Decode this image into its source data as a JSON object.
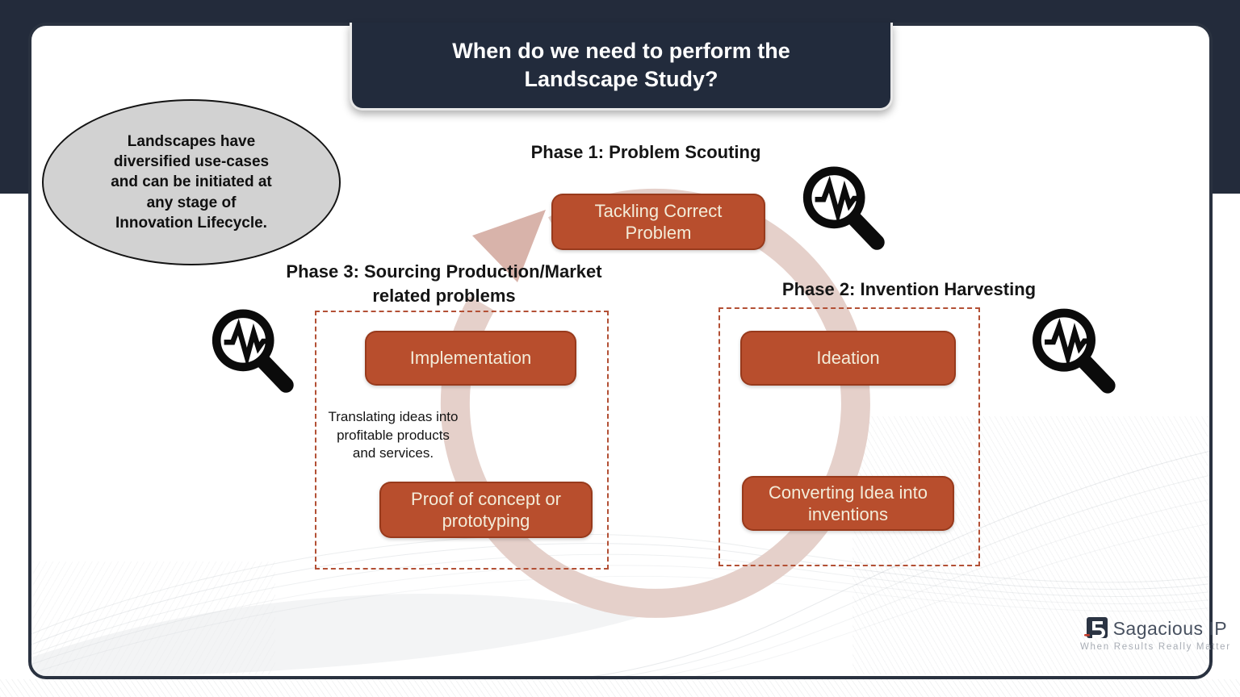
{
  "slide": {
    "title_lines": [
      "When do we need to perform the",
      "Landscape Study?"
    ],
    "callout_lines": [
      "Landscapes have",
      "diversified use-cases",
      "and can be initiated at",
      "any stage of",
      "Innovation Lifecycle."
    ],
    "phase1": {
      "heading": "Phase 1: Problem Scouting",
      "step": "Tackling Correct Problem"
    },
    "phase2": {
      "heading": "Phase 2: Invention Harvesting",
      "step1": "Ideation",
      "step2": "Converting Idea into inventions"
    },
    "phase3": {
      "heading_lines": [
        "Phase 3: Sourcing Production/Market",
        "related problems"
      ],
      "step1": "Implementation",
      "note_lines": [
        "Translating ideas into",
        "profitable products",
        "and services."
      ],
      "step2": "Proof of concept or prototyping"
    }
  },
  "footer": {
    "brand": "Sagacious IP",
    "tagline": "When Results Really Matter"
  },
  "icons": {
    "magnifier": "magnifier-pulse-icon",
    "cycle": "clockwise-cycle-arrow",
    "logo_mark": "sagacious-logo-mark"
  },
  "colors": {
    "navy": "#232b3b",
    "accent": "#b84e2d",
    "button_text": "#f3ecd9",
    "ring": "#e5d0ca",
    "ring_arrowhead": "#d8b3aa",
    "dashed_border": "#b35035",
    "callout_fill": "#d2d2d2"
  }
}
